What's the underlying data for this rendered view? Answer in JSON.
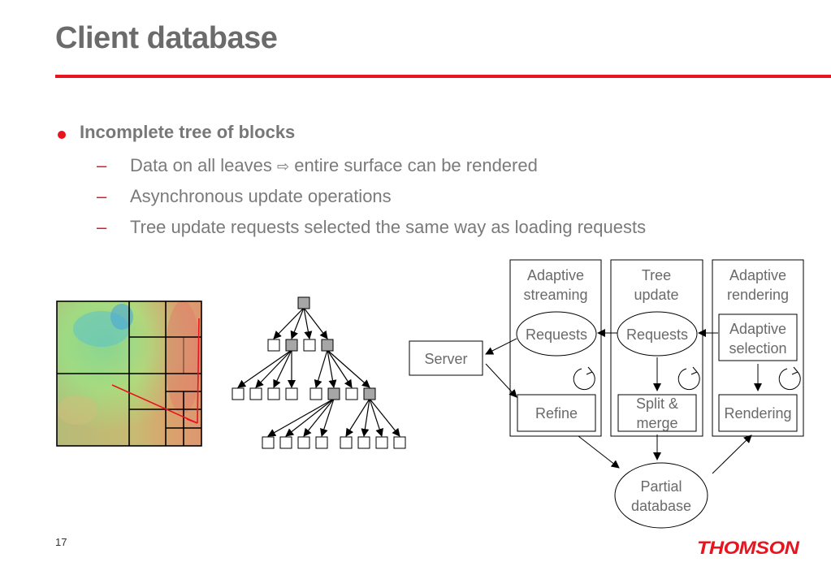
{
  "slide": {
    "title": "Client database",
    "page_number": "17",
    "logo_text": "THOMSON"
  },
  "bullets": {
    "main": "Incomplete tree of blocks",
    "subs": [
      {
        "prefix": "Data on all leaves ",
        "arrow": "⇨",
        "suffix": " entire surface can be rendered"
      },
      {
        "text": "Asynchronous update operations"
      },
      {
        "text": "Tree update requests selected the same way as loading requests"
      }
    ],
    "dash": "–"
  },
  "diagram": {
    "columns": {
      "adaptive_streaming": [
        "Adaptive",
        "streaming"
      ],
      "tree_update": [
        "Tree",
        "update"
      ],
      "adaptive_rendering": [
        "Adaptive",
        "rendering"
      ]
    },
    "server": "Server",
    "requests_1": "Requests",
    "requests_2": "Requests",
    "adaptive_selection": [
      "Adaptive",
      "selection"
    ],
    "refine": "Refine",
    "split_merge": [
      "Split &",
      "merge"
    ],
    "rendering": "Rendering",
    "partial_database": [
      "Partial",
      "database"
    ]
  },
  "colors": {
    "accent_red": "#e8141e",
    "tree_node_fill": "#a6a6a6"
  }
}
